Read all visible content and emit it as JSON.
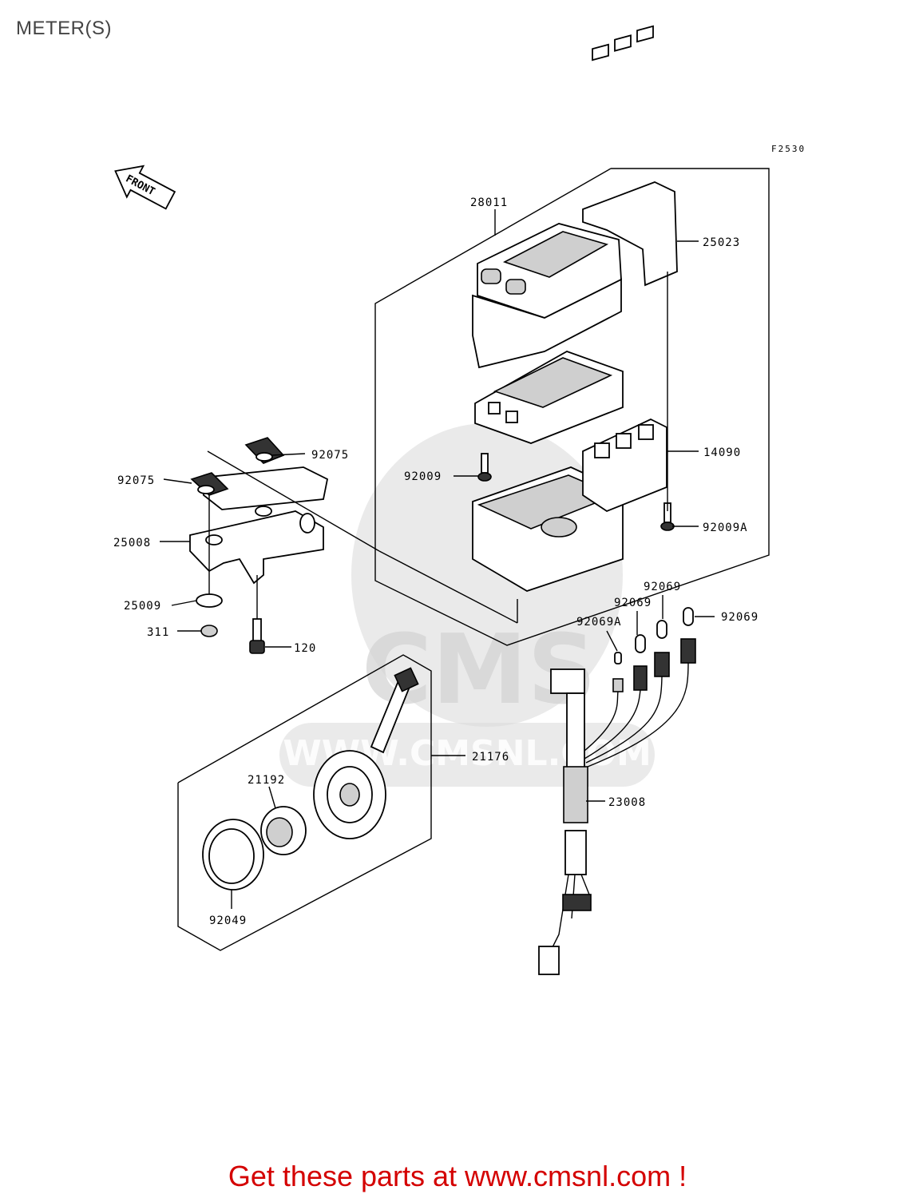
{
  "page_title": "METER(S)",
  "figure_code": "F2530",
  "front_label": "FRONT",
  "watermark_text": "CMS",
  "watermark_url": "WWW.CMSNL.COM",
  "footer_text": "Get these parts at www.cmsnl.com !",
  "callouts": {
    "c28011": "28011",
    "c25023": "25023",
    "c14090": "14090",
    "c92009": "92009",
    "c92009A": "92009A",
    "c92075a": "92075",
    "c92075b": "92075",
    "c25008": "25008",
    "c25009": "25009",
    "c311": "311",
    "c120": "120",
    "c92069a": "92069",
    "c92069b": "92069",
    "c92069c": "92069",
    "c92069A": "92069A",
    "c21176": "21176",
    "c21192": "21192",
    "c23008": "23008",
    "c92049": "92049"
  },
  "colors": {
    "footer": "#d40000",
    "title": "#444444"
  }
}
